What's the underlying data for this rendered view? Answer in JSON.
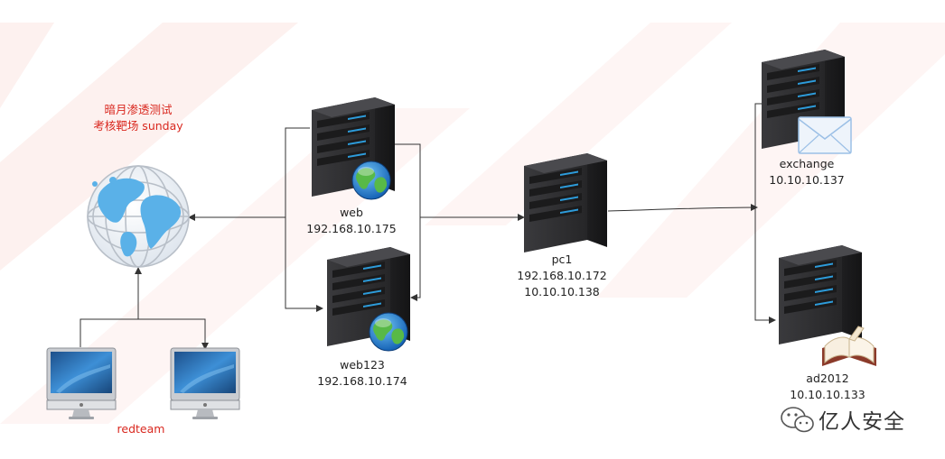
{
  "title": {
    "line1": "暗月渗透测试",
    "line2": "考核靶场 sunday"
  },
  "nodes": {
    "web": {
      "name": "web",
      "ip": "192.168.10.175"
    },
    "web123": {
      "name": "web123",
      "ip": "192.168.10.174"
    },
    "pc1": {
      "name": "pc1",
      "ip1": "192.168.10.172",
      "ip2": "10.10.10.138"
    },
    "exchange": {
      "name": "exchange",
      "ip": "10.10.10.137"
    },
    "ad2012": {
      "name": "ad2012",
      "ip": "10.10.10.133"
    },
    "redteam": {
      "name": "redteam"
    }
  },
  "icons": {
    "internet": "globe-icon",
    "servers": "server-icon",
    "web_badge": "earth-badge-icon",
    "mail_badge": "envelope-icon",
    "ad_badge": "book-icon",
    "workstation": "imac-icon",
    "watermark": "wechat-icon"
  },
  "watermark": {
    "text": "亿人安全"
  },
  "colors": {
    "label_red": "#d9281f",
    "server_body": "#2f2f31",
    "server_led": "#2d9cdb",
    "line": "#333333",
    "band": "#fdf1ef"
  }
}
